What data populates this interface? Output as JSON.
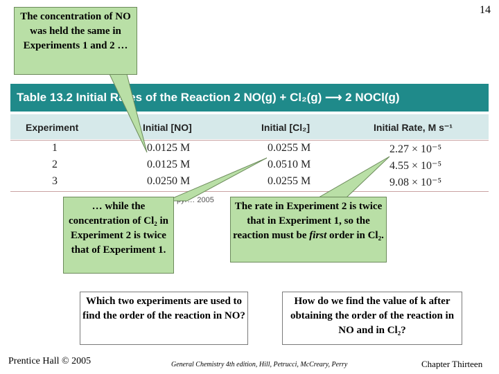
{
  "slide_number": "14",
  "table": {
    "title": "Table 13.2  Initial Rates of the Reaction 2 NO(g) + Cl₂(g) ⟶ 2 NOCl(g)",
    "columns": [
      "Experiment",
      "Initial [NO]",
      "Initial [Cl₂]",
      "Initial Rate, M s⁻¹"
    ],
    "rows": [
      {
        "exp": "1",
        "no": "0.0125 M",
        "cl2": "0.0255 M",
        "rate": "2.27 × 10⁻⁵"
      },
      {
        "exp": "2",
        "no": "0.0125 M",
        "cl2": "0.0510 M",
        "rate": "4.55 × 10⁻⁵"
      },
      {
        "exp": "3",
        "no": "0.0250 M",
        "cl2": "0.0255 M",
        "rate": "9.08 × 10⁻⁵"
      }
    ],
    "copyright_partial": "pyr…  2005"
  },
  "callouts": {
    "no_held": "The concentration of NO was held the same in Experiments 1 and 2 …",
    "cl2_twice": "… while the concentration of Cl₂ in Experiment 2 is twice that of Experiment 1.",
    "rate_twice_a": "The rate in Experiment 2 is twice that in Experiment 1, so the reaction must be ",
    "rate_twice_italic": "first",
    "rate_twice_b": " order in Cl₂.",
    "question_no": "Which two experiments are used to find the order of the reaction in NO?",
    "question_k": "How do we find the value of k after obtaining the order of the reaction in NO and in Cl₂?"
  },
  "footer": {
    "left": "Prentice Hall © 2005",
    "middle": "General Chemistry 4th edition, Hill, Petrucci, McCreary, Perry",
    "right": "Chapter Thirteen"
  },
  "colors": {
    "table_header": "#1f8a8a",
    "table_colhead": "#d6e9ea",
    "callout_fill": "#b9dfa6"
  }
}
